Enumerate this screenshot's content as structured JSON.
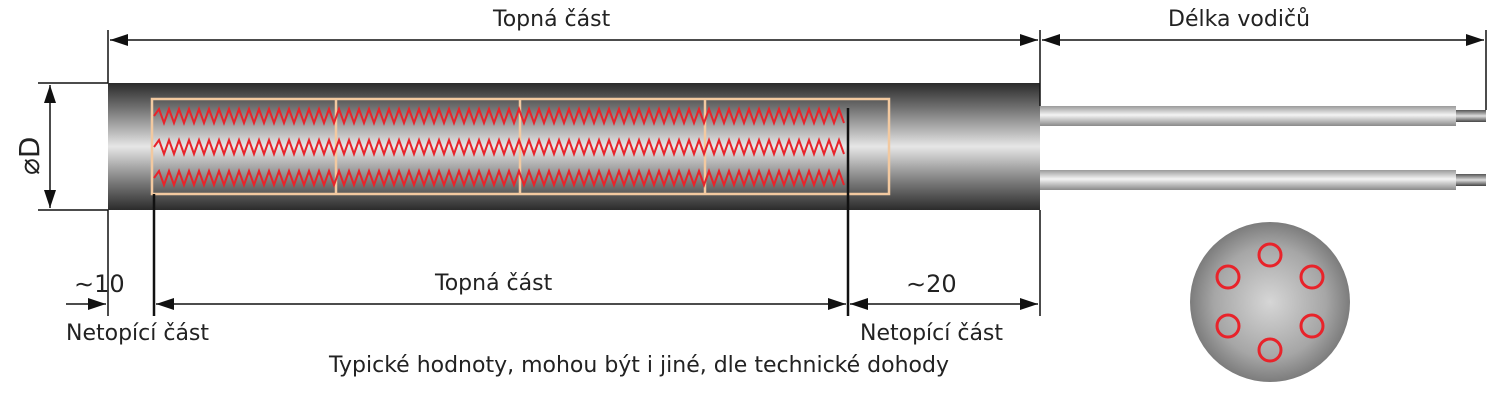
{
  "labels": {
    "top_heating": "Topná část",
    "lead_length": "Délka vodičů",
    "diameter": "⌀D",
    "left_dim": "∼10",
    "middle_heating": "Topná část",
    "right_dim": "∼20",
    "left_non_heating": "Netopící část",
    "right_non_heating": "Netopící část",
    "note": "Typické hodnoty, mohou být i jiné, dle technické dohody"
  },
  "colors": {
    "heater_wire": "#e8232a",
    "zone_frame": "#f2c9a0",
    "dimension_line": "#111111",
    "cross_section_hole": "#e8232a"
  }
}
